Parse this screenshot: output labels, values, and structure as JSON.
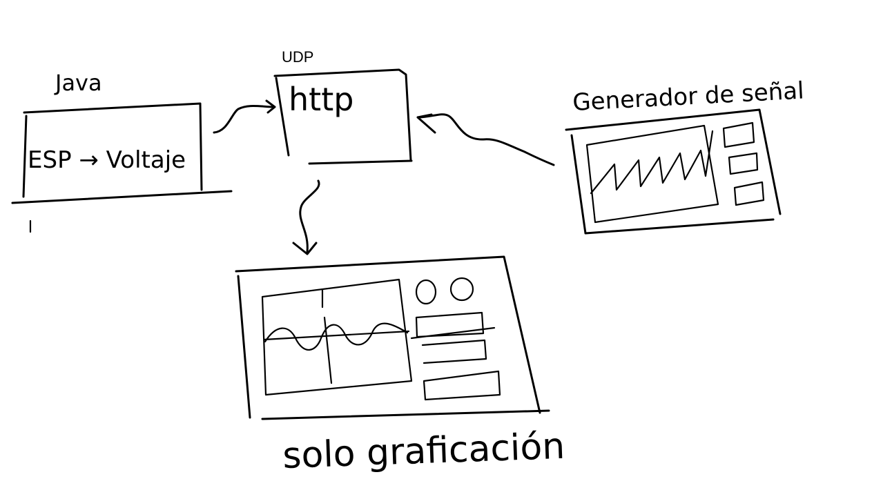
{
  "labels": {
    "java": "Java",
    "esp_voltaje": "ESP → Voltaje",
    "udp": "UDP",
    "http": "http",
    "generador": "Generador de señal",
    "solo_graficacion": "solo graficación"
  }
}
